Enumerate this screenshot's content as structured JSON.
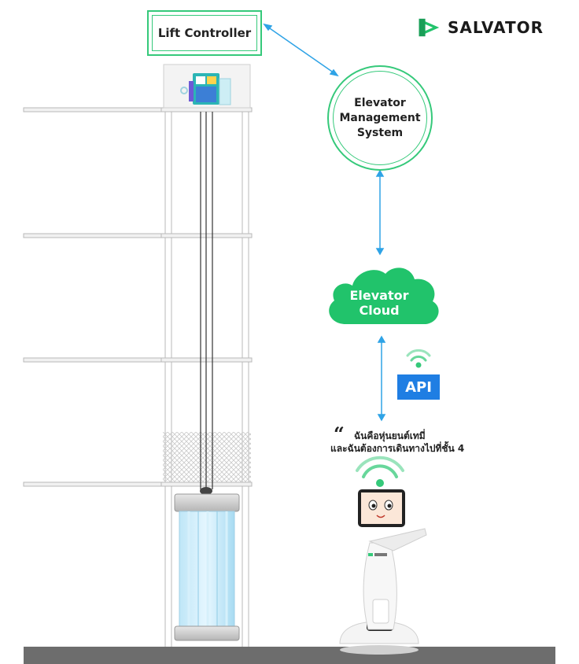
{
  "brand": {
    "name": "SALVATOR"
  },
  "nodes": {
    "lift_controller": "Lift Controller",
    "ems": [
      "Elevator",
      "Management",
      "System"
    ],
    "cloud": [
      "Elevator",
      "Cloud"
    ],
    "api": "API"
  },
  "robot_speech": {
    "line1": "ฉันคือหุ่นยนต์เทมี่",
    "line2": "และฉันต้องการเดินทางไปที่ชั้น 4"
  },
  "colors": {
    "accent_green": "#35c97a",
    "cloud_green": "#21c36b",
    "arrow_blue": "#2fa3e6",
    "api_blue": "#1f7ee3",
    "ground": "#6d6d6d"
  }
}
